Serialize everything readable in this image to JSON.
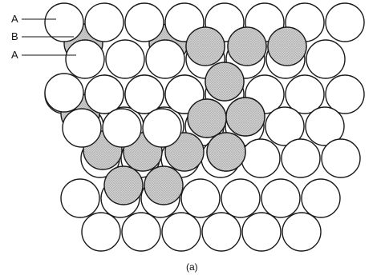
{
  "figure": {
    "labels": [
      "A",
      "B",
      "A"
    ],
    "caption": "(a)"
  },
  "colors": {
    "sphere_a_fill": "#ffffff",
    "sphere_b_fill": "#c8c8c8",
    "outline": "#1a1a1a"
  }
}
